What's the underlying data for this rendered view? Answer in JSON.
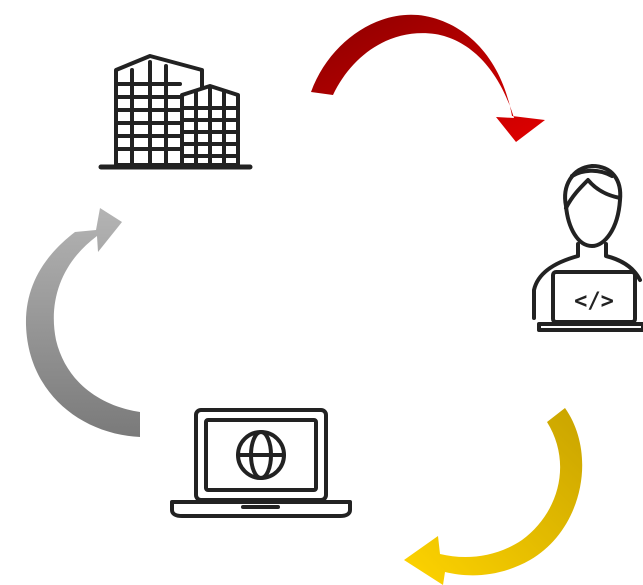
{
  "diagram": {
    "nodes": [
      {
        "id": "company",
        "icon": "office-buildings-icon"
      },
      {
        "id": "developer",
        "icon": "developer-coding-icon",
        "code_glyph": "</>"
      },
      {
        "id": "website",
        "icon": "laptop-globe-icon"
      }
    ],
    "arrows": [
      {
        "id": "company-to-developer",
        "icon": "curved-arrow-icon",
        "color_start": "#8b0000",
        "color_end": "#e00000"
      },
      {
        "id": "developer-to-website",
        "icon": "curved-arrow-icon",
        "color_start": "#c9a400",
        "color_end": "#ffd400"
      },
      {
        "id": "website-to-company",
        "icon": "curved-arrow-icon",
        "color_start": "#7a7a7a",
        "color_end": "#b4b4b4"
      }
    ],
    "colors": {
      "icon_stroke": "#222222",
      "background": "#ffffff"
    }
  }
}
